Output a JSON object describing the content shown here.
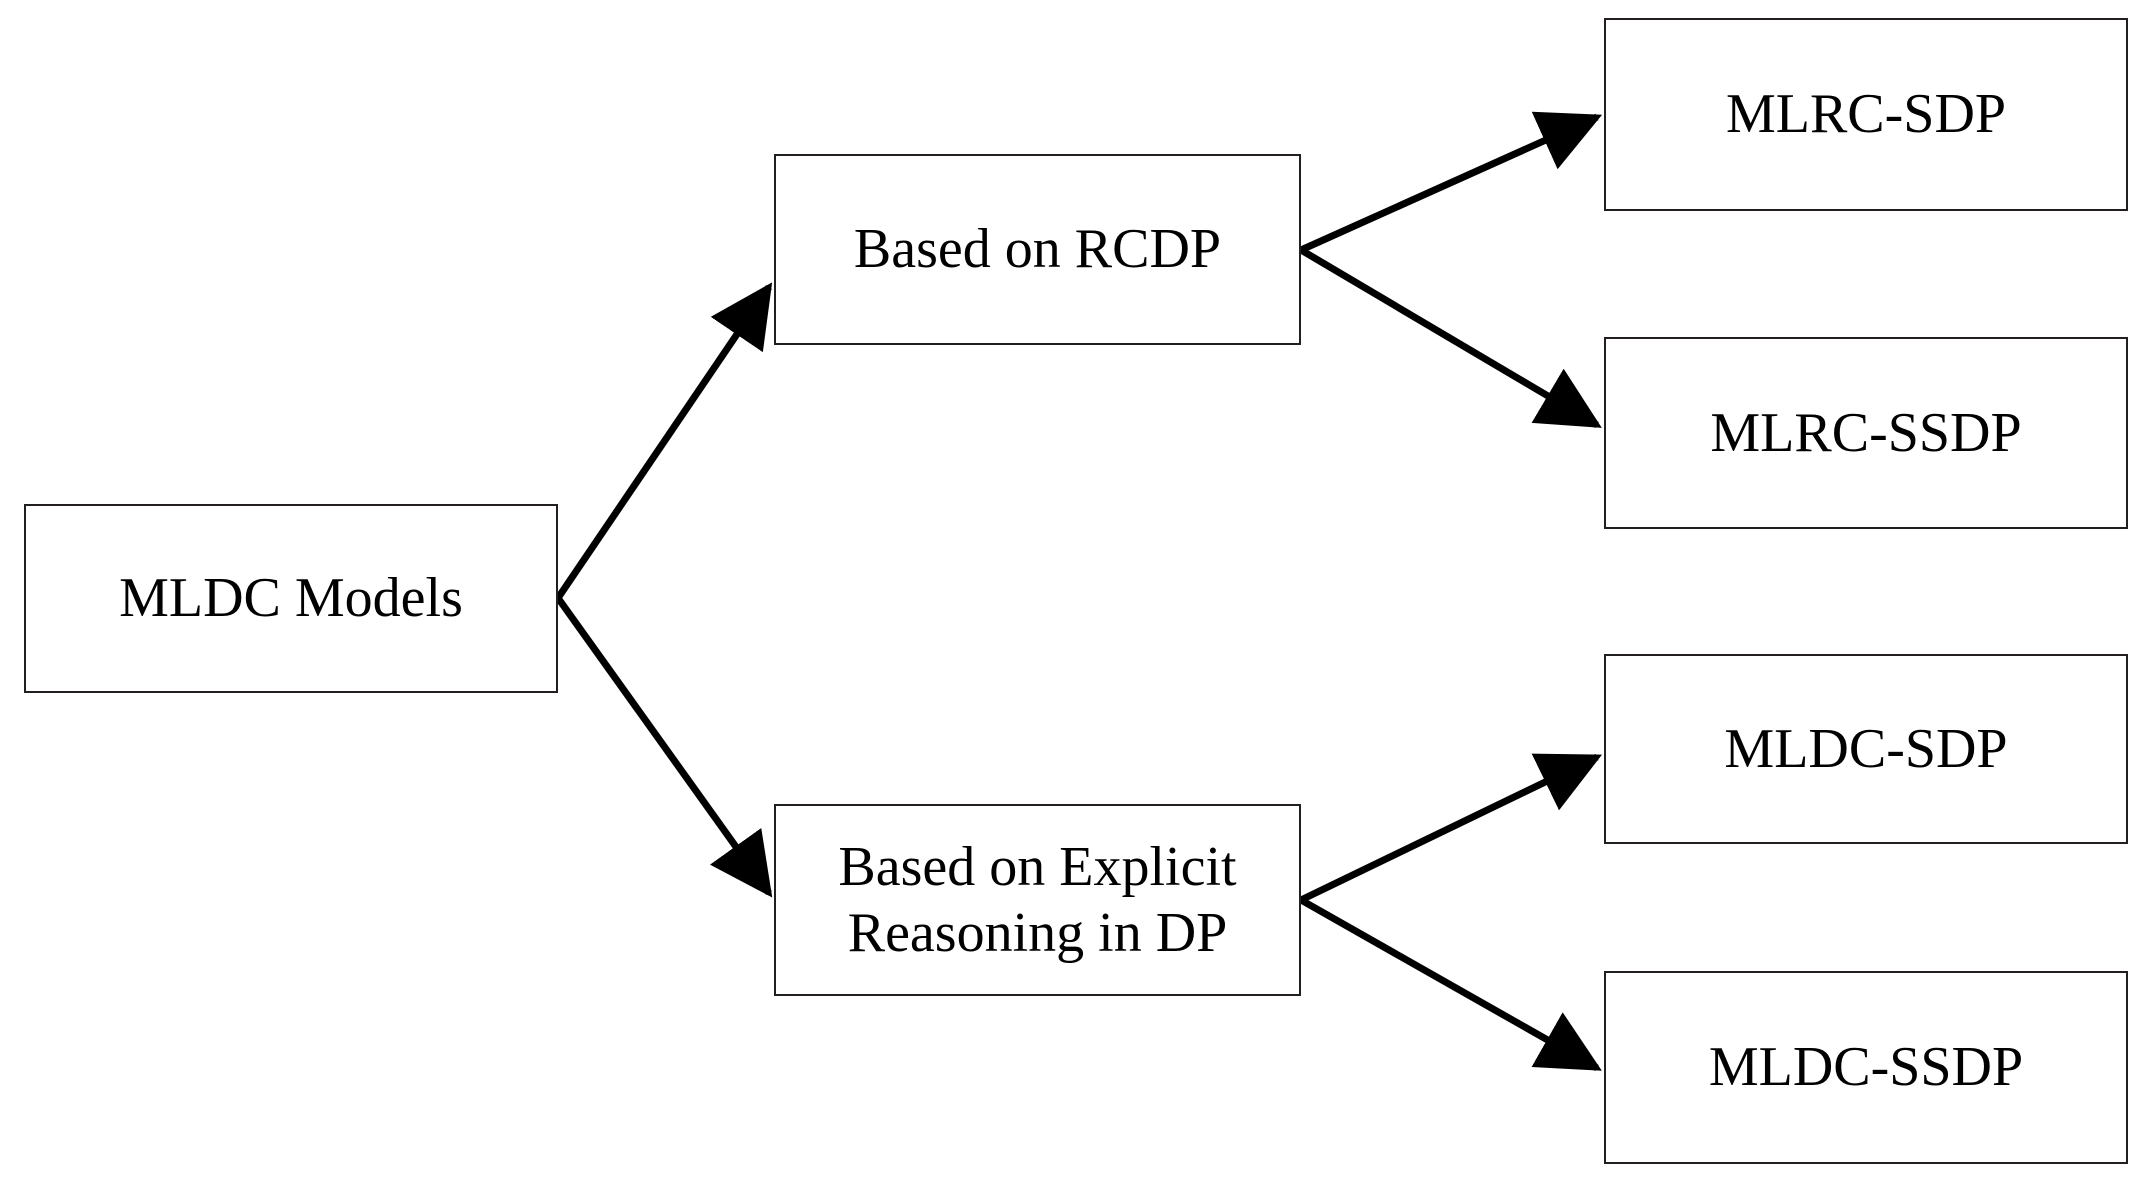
{
  "diagram": {
    "type": "tree-hierarchy",
    "title": "MLDC Models taxonomy",
    "background_color": "#ffffff",
    "stroke_color": "#231f20",
    "text_color": "#000000",
    "nodes": [
      {
        "id": "root",
        "label": "MLDC Models",
        "level": 1
      },
      {
        "id": "rcdp",
        "label": "Based on RCDP",
        "level": 2
      },
      {
        "id": "explicit",
        "label": "Based on Explicit\nReasoning in DP",
        "level": 2
      },
      {
        "id": "mlrc-sdp",
        "label": "MLRC-SDP",
        "level": 3
      },
      {
        "id": "mlrc-ssdp",
        "label": "MLRC-SSDP",
        "level": 3
      },
      {
        "id": "mldc-sdp",
        "label": "MLDC-SDP",
        "level": 3
      },
      {
        "id": "mldc-ssdp",
        "label": "MLDC-SSDP",
        "level": 3
      }
    ],
    "edges": [
      {
        "id": "edge-root-rcdp",
        "from": "root",
        "to": "rcdp",
        "arrowhead": "filled-triangle"
      },
      {
        "id": "edge-root-explicit",
        "from": "root",
        "to": "explicit",
        "arrowhead": "filled-triangle"
      },
      {
        "id": "edge-rcdp-mlrc-sdp",
        "from": "rcdp",
        "to": "mlrc-sdp",
        "arrowhead": "filled-triangle"
      },
      {
        "id": "edge-rcdp-mlrc-ssdp",
        "from": "rcdp",
        "to": "mlrc-ssdp",
        "arrowhead": "filled-triangle"
      },
      {
        "id": "edge-explicit-mldc-sdp",
        "from": "explicit",
        "to": "mldc-sdp",
        "arrowhead": "filled-triangle"
      },
      {
        "id": "edge-explicit-mldc-ssdp",
        "from": "explicit",
        "to": "mldc-ssdp",
        "arrowhead": "filled-triangle"
      }
    ]
  }
}
